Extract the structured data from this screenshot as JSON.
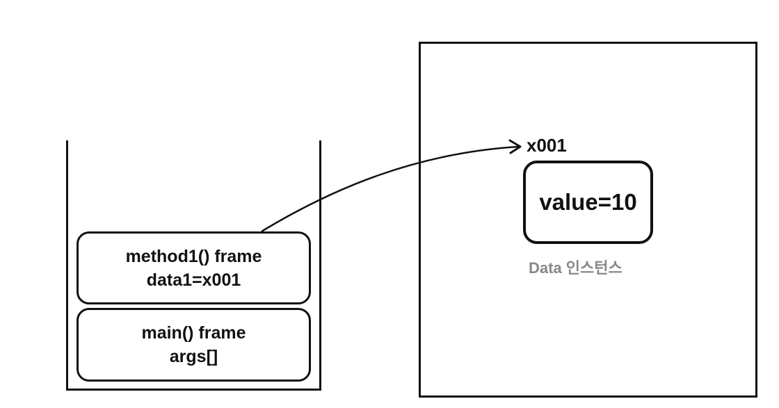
{
  "stack": {
    "frames": [
      {
        "title": "method1() frame",
        "detail": "data1=x001"
      },
      {
        "title": "main() frame",
        "detail": "args[]"
      }
    ]
  },
  "heap": {
    "reference_address": "x001",
    "instance": {
      "field": "value=10",
      "caption": "Data 인스턴스"
    }
  },
  "colors": {
    "line": "#111111",
    "caption": "#888888",
    "background": "#ffffff"
  }
}
